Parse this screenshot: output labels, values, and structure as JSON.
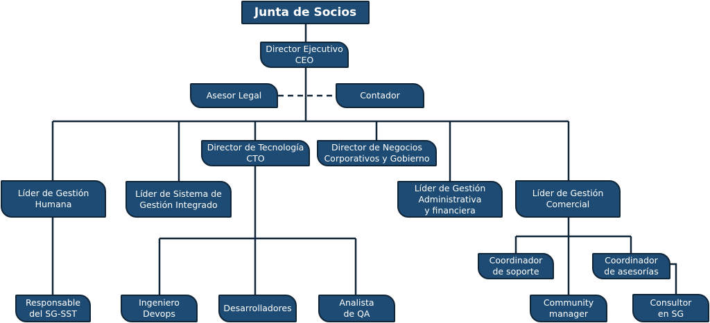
{
  "org": {
    "board": "Junta de Socios",
    "ceo": {
      "line1": "Director Ejecutivo",
      "line2": "CEO"
    },
    "legal": "Asesor Legal",
    "accountant": "Contador",
    "cto": {
      "line1": "Director de Tecnología",
      "line2": "CTO"
    },
    "business": {
      "line1": "Director de Negocios",
      "line2": "Corporativos y Gobierno"
    },
    "hr": {
      "line1": "Líder de Gestión",
      "line2": "Humana"
    },
    "integrated": {
      "line1": "Líder de Sistema de",
      "line2": "Gestión Integrado"
    },
    "admin": {
      "line1": "Líder de Gestión",
      "line2": "Administrativa",
      "line3": "y financiera"
    },
    "commercial": {
      "line1": "Líder de Gestión",
      "line2": "Comercial"
    },
    "sst": {
      "line1": "Responsable",
      "line2": "del SG-SST"
    },
    "devops": {
      "line1": "Ingeniero",
      "line2": "Devops"
    },
    "developers": "Desarrolladores",
    "qa": {
      "line1": "Analista",
      "line2": "de QA"
    },
    "support": {
      "line1": "Coordinador",
      "line2": "de soporte"
    },
    "advisory": {
      "line1": "Coordinador",
      "line2": "de asesorías"
    },
    "community": {
      "line1": "Community",
      "line2": "manager"
    },
    "consultant": {
      "line1": "Consultor",
      "line2": "en SG"
    }
  },
  "colors": {
    "box": "#1d4b73",
    "border": "#0f2436",
    "line": "#0f2436"
  }
}
